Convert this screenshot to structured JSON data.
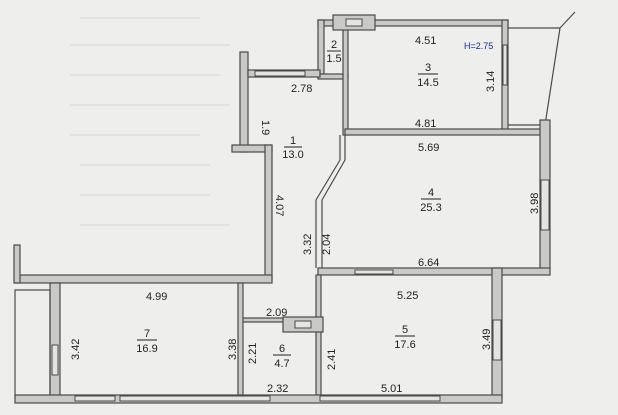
{
  "ceiling_height": "H=2.75",
  "rooms": [
    {
      "number": "1",
      "area": "13.0"
    },
    {
      "number": "2",
      "area": "1.5"
    },
    {
      "number": "3",
      "area": "14.5"
    },
    {
      "number": "4",
      "area": "25.3"
    },
    {
      "number": "5",
      "area": "17.6"
    },
    {
      "number": "6",
      "area": "4.7"
    },
    {
      "number": "7",
      "area": "16.9"
    }
  ],
  "dimensions": {
    "room3_top": "4.51",
    "room3_right": "3.14",
    "room3_bottom": "4.81",
    "corridor_top": "2.78",
    "corridor_left_upper": "1.9",
    "corridor_left_lower": "4.07",
    "corridor_right": "3.32",
    "room4_top": "5.69",
    "room4_left": "2.04",
    "room4_right": "3.98",
    "room4_bottom": "6.64",
    "room5_top": "5.25",
    "room5_left": "2.41",
    "room5_right": "3.49",
    "room5_bottom": "5.01",
    "room6_top": "2.09",
    "room6_left": "2.21",
    "room6_bottom": "2.32",
    "room7_top": "4.99",
    "room7_left": "3.42",
    "room7_right": "3.38"
  }
}
